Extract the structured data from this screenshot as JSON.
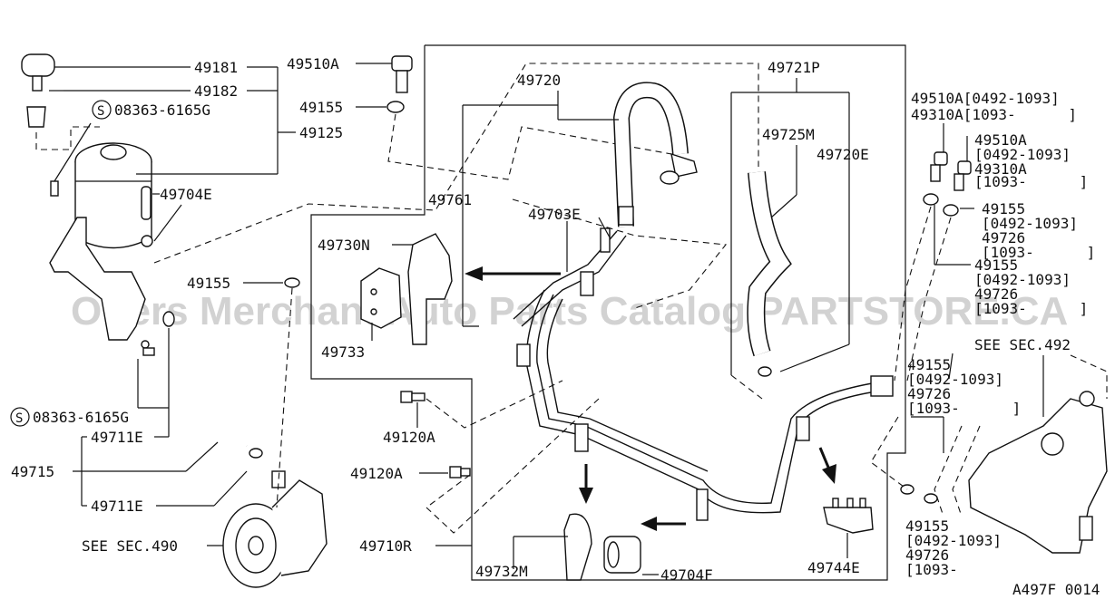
{
  "watermark": "Offers Merchant Auto Parts Catalog PARTSTORE.CA",
  "diagram_code": "A497F 0014",
  "labels": {
    "p49181": "49181",
    "p49182": "49182",
    "p08363a": "08363-6165G",
    "p49125": "49125",
    "p49704e": "49704E",
    "p49510a": "49510A",
    "p49155a": "49155",
    "p49720": "49720",
    "p49721p": "49721P",
    "p49725m": "49725M",
    "p49720e": "49720E",
    "p49761": "49761",
    "p49703e": "49703E",
    "p49730n": "49730N",
    "p49733": "49733",
    "p49155b": "49155",
    "p08363b": "08363-6165G",
    "p49711e_a": "49711E",
    "p49715": "49715",
    "p49711e_b": "49711E",
    "p49120a_a": "49120A",
    "p49120a_b": "49120A",
    "see490": "SEE SEC.490",
    "p49710r": "49710R",
    "p49732m": "49732M",
    "p49704f": "49704F",
    "p49744e": "49744E",
    "r1": "49510A[0492-1093]",
    "r2": "49310A[1093-      ]",
    "r3": "49510A",
    "r4": "[0492-1093]",
    "r5": "49310A",
    "r6": "[1093-      ]",
    "r7": "49155",
    "r8": "[0492-1093]",
    "r9": "49726",
    "r10": "[1093-      ]",
    "r11": "49155",
    "r12": "[0492-1093]",
    "r13": "49726",
    "r14": "[1093-      ]",
    "see492": "SEE SEC.492",
    "r15": "49155",
    "r16": "[0492-1093]",
    "r17": "49726",
    "r18": "[1093-      ]",
    "r19": "49155",
    "r20": "[0492-1093]",
    "r21": "49726",
    "r22": "[1093-"
  }
}
